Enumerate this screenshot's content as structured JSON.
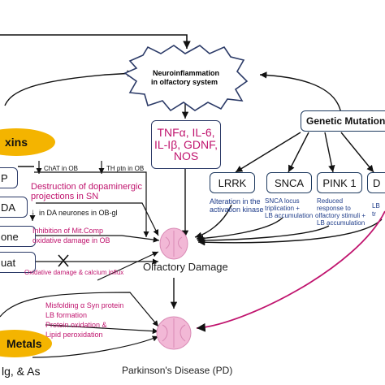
{
  "neuroinflammation": {
    "line1": "Neuroinflammation",
    "line2": "in olfactory system"
  },
  "cytokines": {
    "line1": "TNFα, IL-6,",
    "line2": "IL-Iβ, GDNF,",
    "line3": "NOS"
  },
  "genetic": {
    "title": "Genetic Mutation",
    "genes": [
      "LRRK",
      "SNCA",
      "PINK 1",
      "D"
    ]
  },
  "gene_effects": {
    "lrrk": {
      "line1": "Alteration in the",
      "line2": "activation kinase"
    },
    "snca": {
      "line1": "SNCA locus",
      "line2": "triplication +",
      "line3": "LB accumulation"
    },
    "pink": {
      "line1": "Reduced",
      "line2": "response to",
      "line3": "olfactory stimuli +",
      "line4": "LB accumulation"
    },
    "d": {
      "line1": "LB",
      "line2": "tr"
    }
  },
  "toxins": {
    "group_label": "xins",
    "items": [
      "P",
      "DA",
      "one",
      "uat"
    ]
  },
  "effects": {
    "chat": "ChAT in OB",
    "th": "TH ptn in OB",
    "destruction_1": "Destruction of dopaminergic",
    "destruction_2": "projections in SN",
    "da_neurones": "in DA neurones in OB-gl",
    "inhibition": "Inhibition of Mit.Comp",
    "oxidative_ob": "oxidative damage in OB",
    "oxidative_calcium": "Oxidative damage & calcium influx"
  },
  "metals": {
    "label": "Metals",
    "elements": "lg, & As",
    "effect_1": "Misfolding α Syn protein",
    "effect_2": "LB formation",
    "effect_3": "Protein oxidation &",
    "effect_4": "Lipid peroxidation"
  },
  "outcomes": {
    "olfactory": "Olfactory Damage",
    "parkinsons": "Parkinson's Disease (PD)"
  },
  "colors": {
    "magenta": "#c0146e",
    "navy": "#1f3d8a",
    "yellow": "#f4b400",
    "brain_pink": "#f2b8d6"
  }
}
